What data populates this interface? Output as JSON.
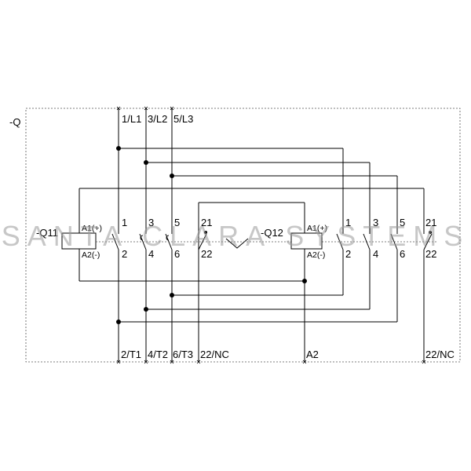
{
  "device": {
    "label": "-Q"
  },
  "terminals_top": [
    "1/L1",
    "3/L2",
    "5/L3"
  ],
  "terminals_bottom": [
    "2/T1",
    "4/T2",
    "6/T3",
    "22/NC",
    "A2",
    "22/NC"
  ],
  "contactor_q11": {
    "label": "-Q11",
    "coil_a1": "A1(+)",
    "coil_a2": "A2(-)",
    "contacts_top": [
      "1",
      "3",
      "5",
      "21"
    ],
    "contacts_bottom": [
      "2",
      "4",
      "6",
      "22"
    ]
  },
  "contactor_q12": {
    "label": "-Q12",
    "coil_a1": "A1(+)",
    "coil_a2": "A2(-)",
    "contacts_top": [
      "1",
      "3",
      "5",
      "21"
    ],
    "contacts_bottom": [
      "2",
      "4",
      "6",
      "22"
    ]
  },
  "watermark": "SANTA CLARA SYSTEMS"
}
